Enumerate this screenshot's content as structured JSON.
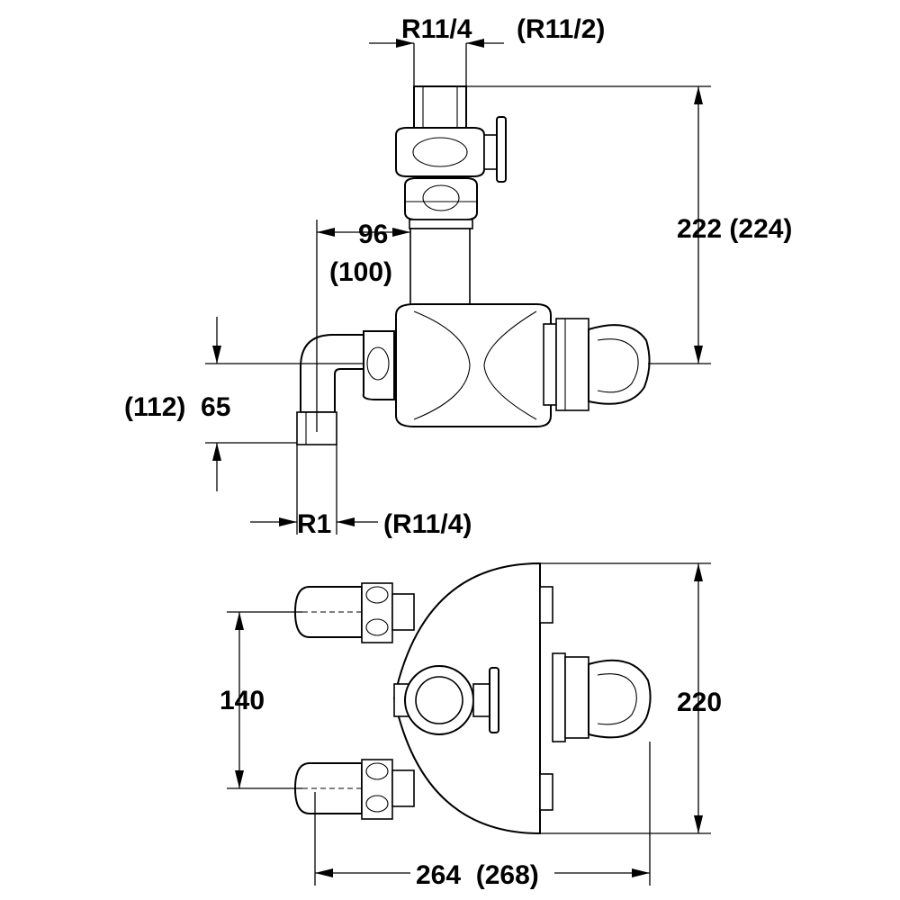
{
  "side_view": {
    "top_thread": "R11/4",
    "top_thread_alt": "(R11/2)",
    "height": "222 (224)",
    "offset": "96",
    "offset_alt": "(100)",
    "drop": "(112)  65",
    "bottom_thread": "R1",
    "bottom_thread_alt": "(R11/4)"
  },
  "top_view": {
    "inlet_spacing": "140",
    "depth": "220",
    "width": "264  (268)"
  }
}
